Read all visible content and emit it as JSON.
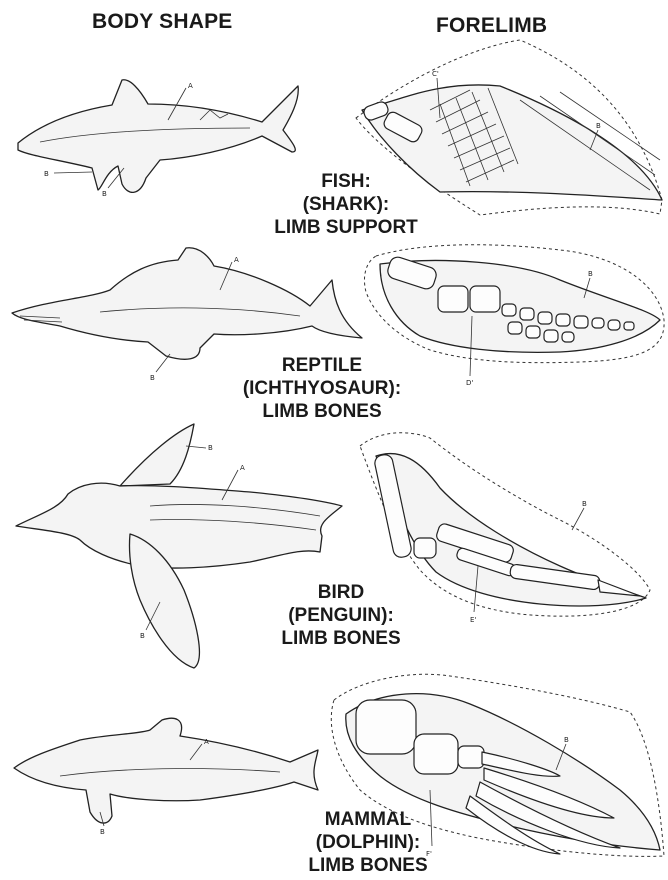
{
  "headings": {
    "left": "BODY SHAPE",
    "right": "FORELIMB"
  },
  "rows": [
    {
      "line1": "FISH:",
      "line2": "(SHARK):",
      "line3": "LIMB SUPPORT"
    },
    {
      "line1": "REPTILE",
      "line2": "(ICHTHYOSAUR):",
      "line3": "LIMB BONES"
    },
    {
      "line1": "BIRD",
      "line2": "(PENGUIN):",
      "line3": "LIMB BONES"
    },
    {
      "line1": "MAMMAL",
      "line2": "(DOLPHIN):",
      "line3": "LIMB BONES"
    }
  ],
  "labels": {
    "shark_body": "A",
    "shark_fin_1": "B",
    "shark_fin_2": "B",
    "shark_limb_support": "C'",
    "shark_limb": "B",
    "ichthyosaur_body": "A",
    "ichthyosaur_fin": "B",
    "ichthyosaur_limb": "B",
    "ichthyosaur_bones": "D'",
    "penguin_wing_top": "B",
    "penguin_body": "A",
    "penguin_wing": "B",
    "penguin_limb": "B",
    "penguin_bones": "E'",
    "dolphin_body": "A",
    "dolphin_fin": "B",
    "dolphin_limb": "B",
    "dolphin_bones": "F'"
  }
}
